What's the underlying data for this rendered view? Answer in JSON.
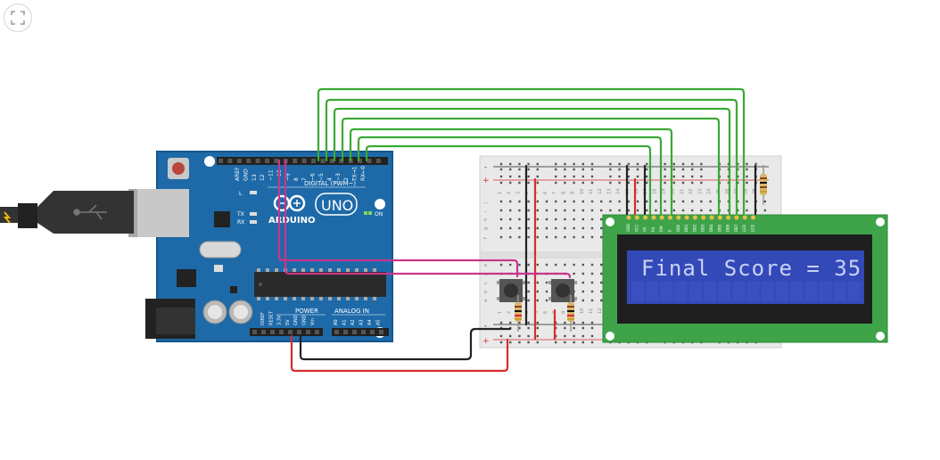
{
  "toolbar": {
    "fit_icon": "fit-to-view-icon"
  },
  "arduino": {
    "logo_text": "ARDUINO",
    "model": "UNO",
    "digital_label": "DIGITAL (PWM~)",
    "power_label": "POWER",
    "analog_label": "ANALOG IN",
    "on_label": "ON",
    "l_label": "L",
    "tx_label": "TX",
    "rx_label": "RX",
    "top_pins": [
      "AREF",
      "GND",
      "13",
      "12",
      "~11",
      "~10",
      "~9",
      "8",
      "7",
      "~6",
      "~5",
      "4",
      "~3",
      "2",
      "TX→1",
      "RX←0"
    ],
    "power_pins": [
      "IOREF",
      "RESET",
      "3.3V",
      "5V",
      "GND",
      "GND",
      "Vin"
    ],
    "analog_pins": [
      "A0",
      "A1",
      "A2",
      "A3",
      "A4",
      "A5"
    ]
  },
  "breadboard": {
    "column_numbers": [
      "1",
      "2",
      "3",
      "4",
      "5",
      "6",
      "7",
      "8",
      "9",
      "10",
      "11",
      "12",
      "13",
      "14",
      "15",
      "16",
      "17",
      "18",
      "19",
      "20",
      "21",
      "22",
      "23",
      "24",
      "25",
      "26",
      "27",
      "28",
      "29",
      "30"
    ],
    "row_letters": [
      "j",
      "i",
      "h",
      "g",
      "f",
      "e",
      "d",
      "c",
      "b",
      "a"
    ],
    "rail_plus": "+",
    "rail_minus": "-"
  },
  "lcd": {
    "display_text": "Final Score = 35",
    "pin_labels": [
      "GND",
      "VCC",
      "V0",
      "RS",
      "RW",
      "E",
      "DB0",
      "DB1",
      "DB2",
      "DB3",
      "DB4",
      "DB5",
      "DB6",
      "DB7",
      "LED",
      "LED"
    ]
  },
  "colors": {
    "board": "#1e6aa8",
    "wire_green": "#3aa935",
    "wire_magenta": "#c9358c",
    "wire_red": "#d92b2b",
    "wire_black": "#222222",
    "lcd_screen": "#3349b8",
    "lcd_pcb": "#3fa34a"
  }
}
